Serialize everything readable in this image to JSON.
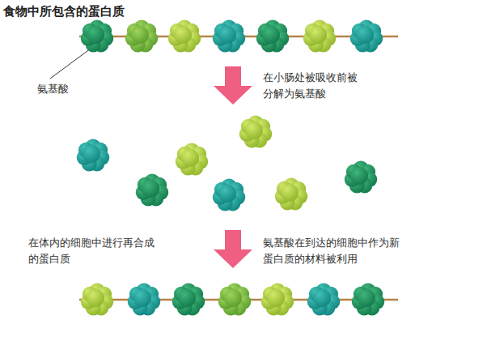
{
  "diagram": {
    "title": "食物中所包含的蛋白质",
    "labels": [
      "氨基酸",
      "在小肠处被吸收前被 分解为氨基酸",
      "在体内的细胞中进行再合成 的蛋白质",
      "氨基酸在到达的细胞中作为新 蛋白质的材料被利用"
    ]
  }
}
